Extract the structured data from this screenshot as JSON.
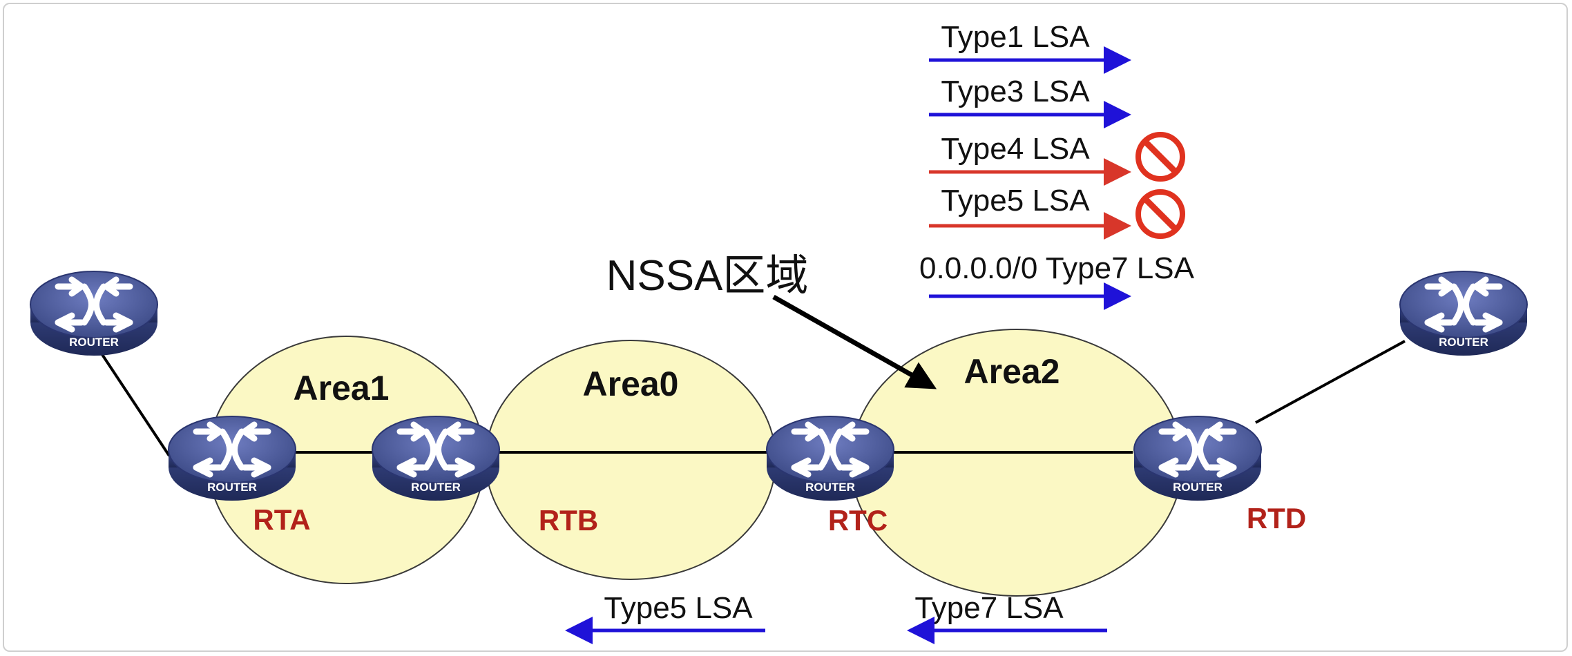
{
  "colors": {
    "area_fill": "#fbf8c4",
    "area_stroke": "#3a3a3a",
    "arrow_allowed": "#1f12d8",
    "arrow_blocked": "#d8362a",
    "router_label": "#b2221a",
    "router_body": "#3f4f95",
    "block_icon": "#e0321f"
  },
  "areas": [
    {
      "label": "Area1"
    },
    {
      "label": "Area0"
    },
    {
      "label": "Area2"
    }
  ],
  "routers": [
    {
      "label": "RTA"
    },
    {
      "label": "RTB"
    },
    {
      "label": "RTC"
    },
    {
      "label": "RTD"
    }
  ],
  "router_icon_caption": "ROUTER",
  "nssa": {
    "label": "NSSA区域"
  },
  "legend": [
    {
      "label": "Type1 LSA",
      "allowed": true,
      "icon": "arrow-right"
    },
    {
      "label": "Type3 LSA",
      "allowed": true,
      "icon": "arrow-right"
    },
    {
      "label": "Type4 LSA",
      "allowed": false,
      "icon": "prohibited-icon"
    },
    {
      "label": "Type5 LSA",
      "allowed": false,
      "icon": "prohibited-icon"
    },
    {
      "label": "0.0.0.0/0 Type7 LSA",
      "allowed": true,
      "icon": "arrow-right"
    }
  ],
  "bottom_flows": [
    {
      "label": "Type5 LSA",
      "direction": "left"
    },
    {
      "label": "Type7 LSA",
      "direction": "left"
    }
  ]
}
